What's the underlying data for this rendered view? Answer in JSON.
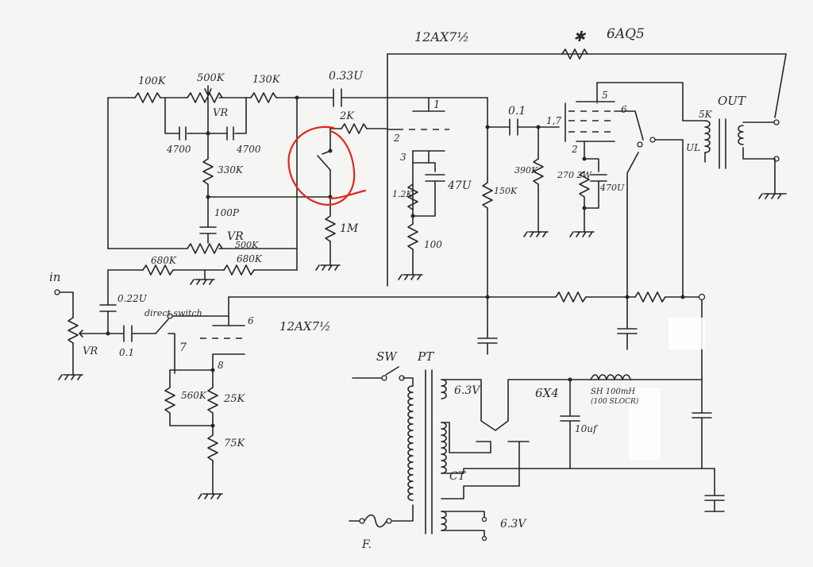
{
  "labels": {
    "r_100k": "100K",
    "vr_500k_top": "500K",
    "r_130k": "130K",
    "c_033u": "0.33U",
    "tube_12ax7_top": "12AX7½",
    "star": "✱",
    "tube_6aq5": "6AQ5",
    "vr_top": "VR",
    "c_4700_a": "4700",
    "c_4700_b": "4700",
    "r_330k": "330K",
    "r_2k": "2K",
    "c_100p": "100P",
    "vr_mid": "VR",
    "vr_500k_mid": "500K",
    "r_680k_a": "680K",
    "r_680k_b": "680K",
    "r_1m": "1M",
    "pin_1": "1",
    "pin_2": "2",
    "pin_3": "3",
    "c_47u": "47U",
    "r_1_2k": "1.2K",
    "r_100": "100",
    "r_150k": "150K",
    "c_01_top": "0.1",
    "pin_17": "1,7",
    "pin_2_power": "2",
    "r_390k": "390K",
    "r_270_2w": "270\n2W",
    "c_470u": "470U",
    "pin_5": "5",
    "pin_6": "6",
    "ul": "UL",
    "r_5k": "5K",
    "out": "OUT",
    "in": "in",
    "vr_input": "VR",
    "c_022u": "0.22U",
    "direct_switch": "direct switch",
    "c_01_bottom": "0.1",
    "pin_7": "7",
    "pin_6_bottom": "6",
    "tube_12ax7_bottom": "12AX7½",
    "pin_8": "8",
    "r_560k": "560K",
    "r_25k": "25K",
    "r_75k": "75K",
    "sw": "SW",
    "pt": "PT",
    "v_63_top": "6.3V",
    "tube_6x4": "6X4",
    "choke": "SH 100mH",
    "choke_sub": "(100 SLOCR)",
    "c_10uf": "10uf",
    "ct": "CT",
    "v_63_bottom": "6.3V",
    "fuse": "F."
  },
  "colors": {
    "ink": "#262626",
    "annotation": "#e0261f",
    "paper": "#f5f5f3"
  }
}
